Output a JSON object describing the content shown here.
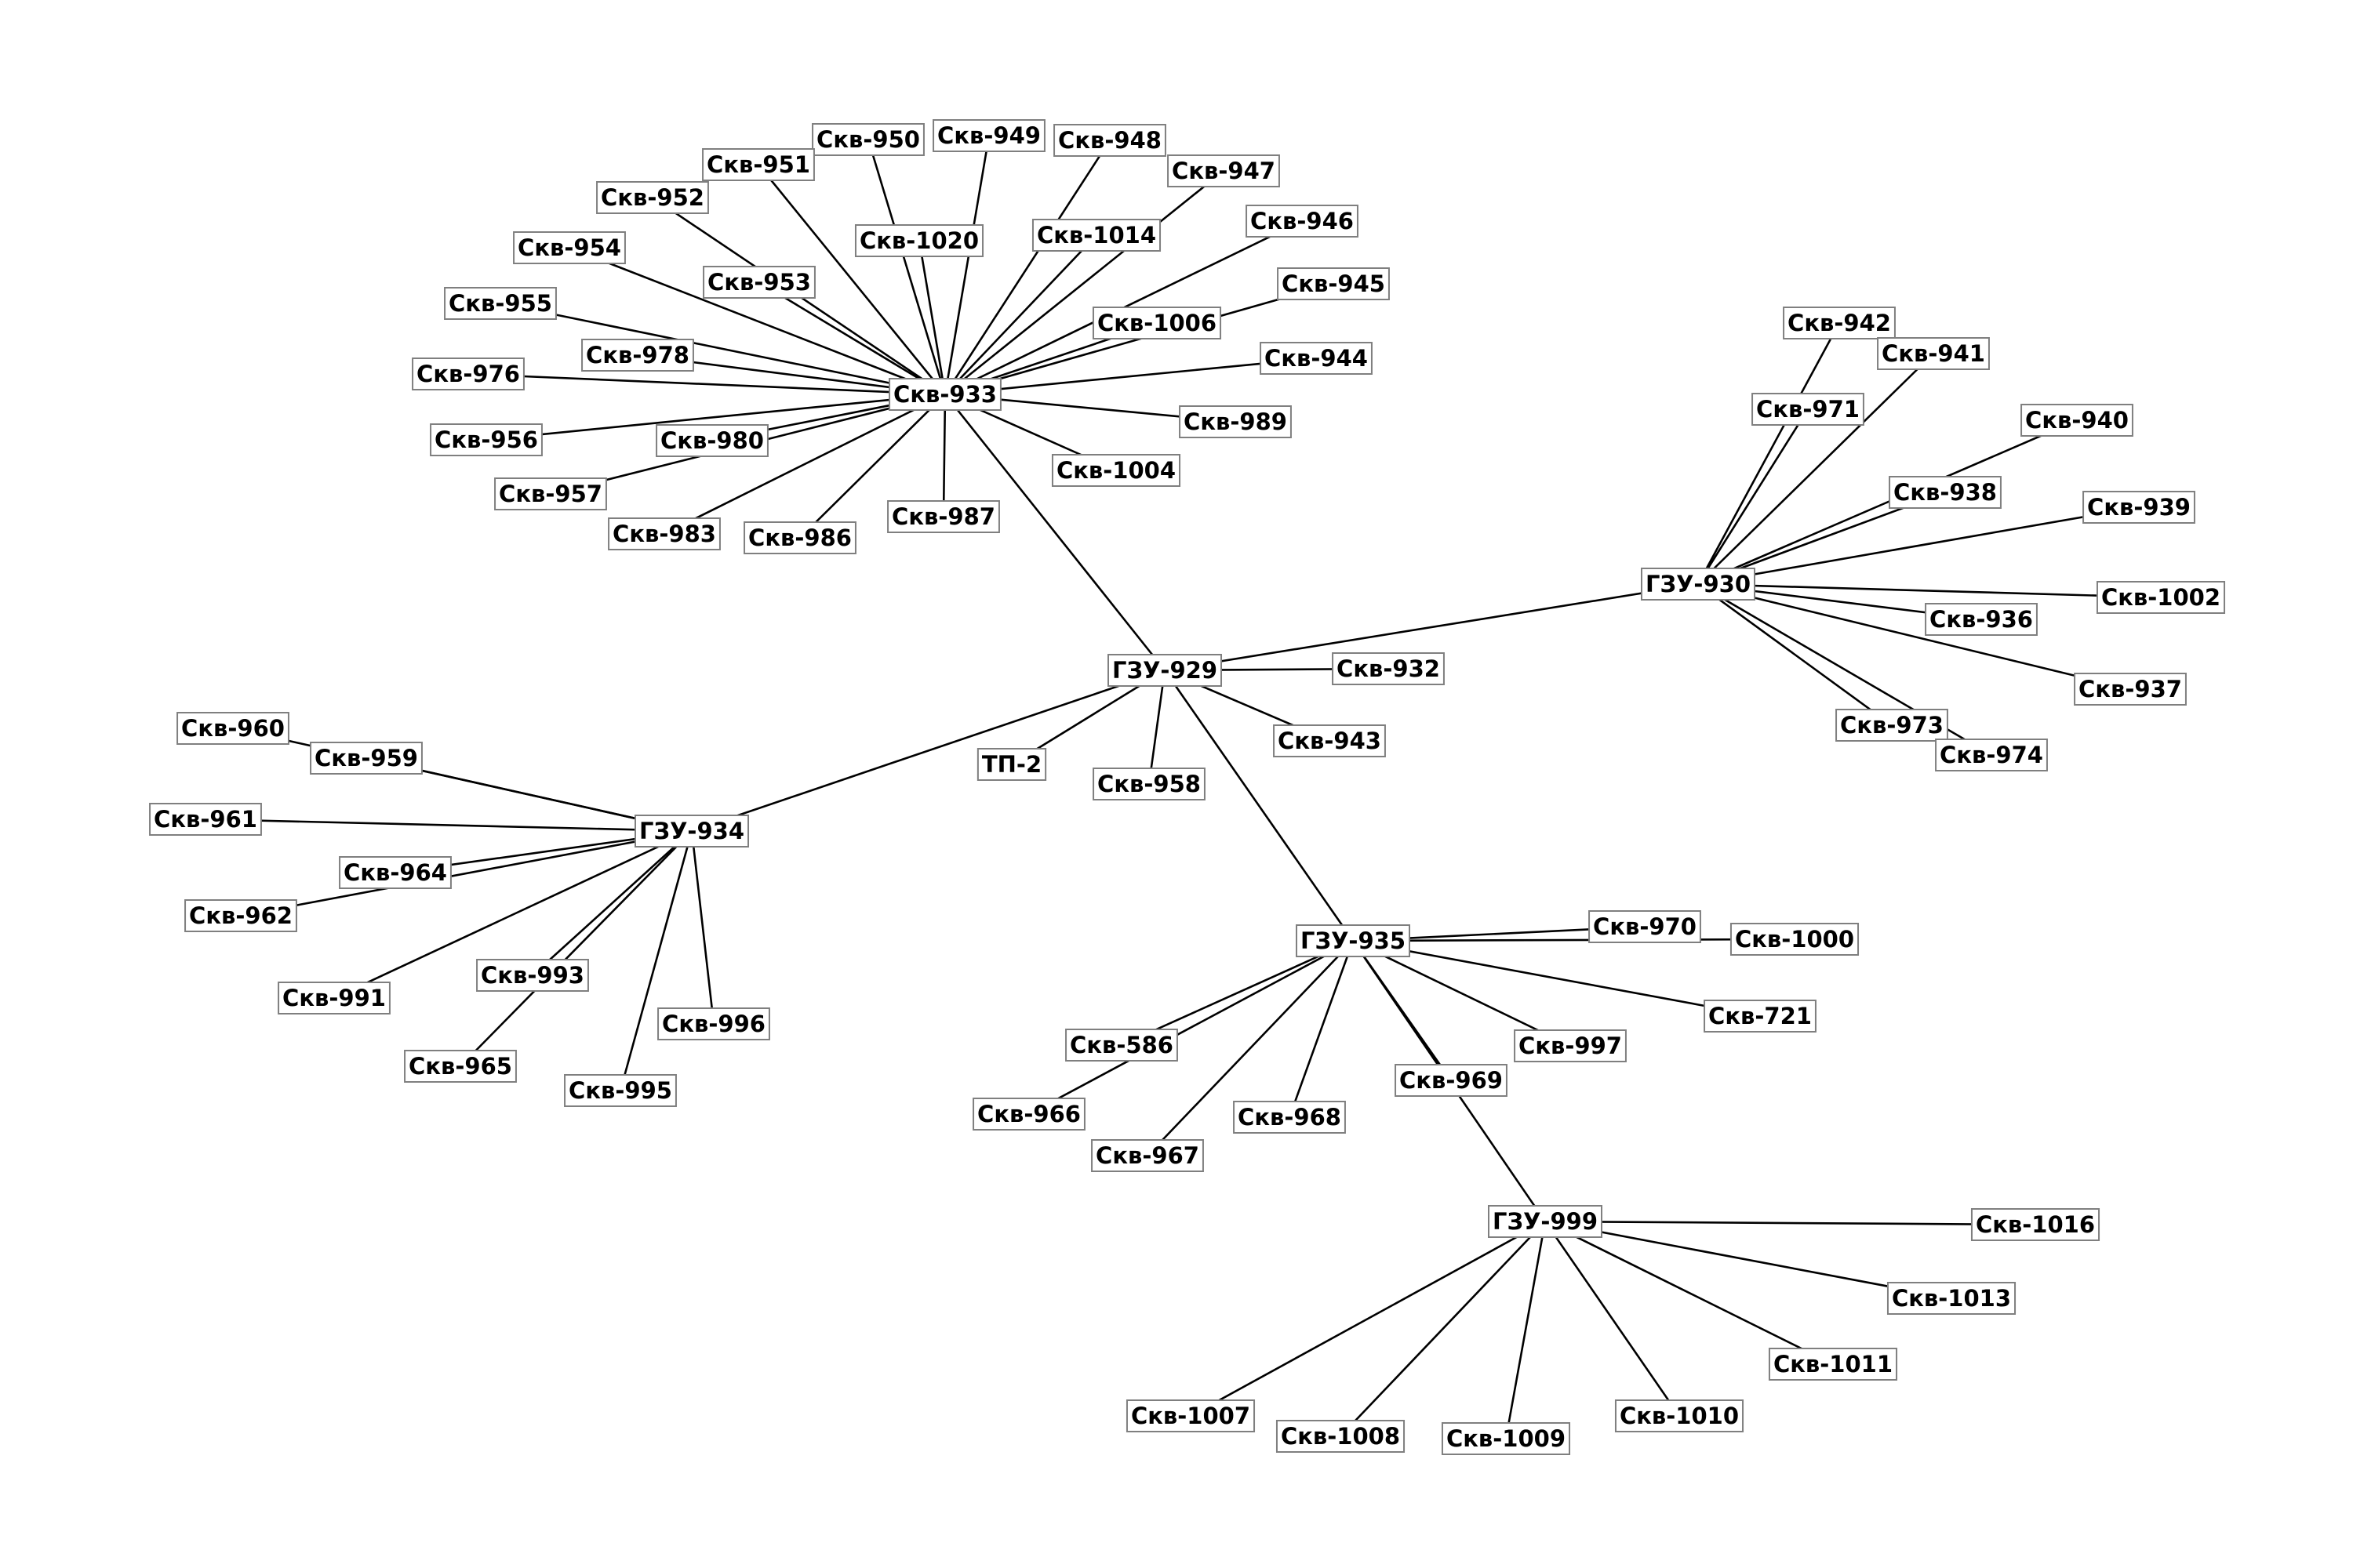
{
  "diagram": {
    "type": "network-graph",
    "colors": {
      "edge": "#000000",
      "node_border": "#7f7f7f",
      "node_fill": "#ffffff",
      "text": "#000000"
    },
    "nodes": [
      {
        "id": "gzu929",
        "label": "ГЗУ-929"
      },
      {
        "id": "tp2",
        "label": "ТП-2"
      },
      {
        "id": "s958",
        "label": "Скв-958"
      },
      {
        "id": "s943",
        "label": "Скв-943"
      },
      {
        "id": "s932",
        "label": "Скв-932"
      },
      {
        "id": "s933",
        "label": "Скв-933"
      },
      {
        "id": "gzu930",
        "label": "ГЗУ-930"
      },
      {
        "id": "gzu934",
        "label": "ГЗУ-934"
      },
      {
        "id": "gzu935",
        "label": "ГЗУ-935"
      },
      {
        "id": "gzu999",
        "label": "ГЗУ-999"
      },
      {
        "id": "s950",
        "label": "Скв-950"
      },
      {
        "id": "s949",
        "label": "Скв-949"
      },
      {
        "id": "s948",
        "label": "Скв-948"
      },
      {
        "id": "s951",
        "label": "Скв-951"
      },
      {
        "id": "s947",
        "label": "Скв-947"
      },
      {
        "id": "s952",
        "label": "Скв-952"
      },
      {
        "id": "s1020",
        "label": "Скв-1020"
      },
      {
        "id": "s1014",
        "label": "Скв-1014"
      },
      {
        "id": "s946",
        "label": "Скв-946"
      },
      {
        "id": "s954",
        "label": "Скв-954"
      },
      {
        "id": "s953",
        "label": "Скв-953"
      },
      {
        "id": "s945",
        "label": "Скв-945"
      },
      {
        "id": "s955",
        "label": "Скв-955"
      },
      {
        "id": "s1006",
        "label": "Скв-1006"
      },
      {
        "id": "s978",
        "label": "Скв-978"
      },
      {
        "id": "s944",
        "label": "Скв-944"
      },
      {
        "id": "s976",
        "label": "Скв-976"
      },
      {
        "id": "s989",
        "label": "Скв-989"
      },
      {
        "id": "s956",
        "label": "Скв-956"
      },
      {
        "id": "s980",
        "label": "Скв-980"
      },
      {
        "id": "s1004",
        "label": "Скв-1004"
      },
      {
        "id": "s957",
        "label": "Скв-957"
      },
      {
        "id": "s987",
        "label": "Скв-987"
      },
      {
        "id": "s983",
        "label": "Скв-983"
      },
      {
        "id": "s986",
        "label": "Скв-986"
      },
      {
        "id": "s942",
        "label": "Скв-942"
      },
      {
        "id": "s941",
        "label": "Скв-941"
      },
      {
        "id": "s971",
        "label": "Скв-971"
      },
      {
        "id": "s940",
        "label": "Скв-940"
      },
      {
        "id": "s938",
        "label": "Скв-938"
      },
      {
        "id": "s939",
        "label": "Скв-939"
      },
      {
        "id": "s1002",
        "label": "Скв-1002"
      },
      {
        "id": "s936",
        "label": "Скв-936"
      },
      {
        "id": "s937",
        "label": "Скв-937"
      },
      {
        "id": "s973",
        "label": "Скв-973"
      },
      {
        "id": "s974",
        "label": "Скв-974"
      },
      {
        "id": "s960",
        "label": "Скв-960"
      },
      {
        "id": "s959",
        "label": "Скв-959"
      },
      {
        "id": "s961",
        "label": "Скв-961"
      },
      {
        "id": "s964",
        "label": "Скв-964"
      },
      {
        "id": "s962",
        "label": "Скв-962"
      },
      {
        "id": "s993",
        "label": "Скв-993"
      },
      {
        "id": "s991",
        "label": "Скв-991"
      },
      {
        "id": "s996",
        "label": "Скв-996"
      },
      {
        "id": "s965",
        "label": "Скв-965"
      },
      {
        "id": "s995",
        "label": "Скв-995"
      },
      {
        "id": "s970",
        "label": "Скв-970"
      },
      {
        "id": "s1000",
        "label": "Скв-1000"
      },
      {
        "id": "s721",
        "label": "Скв-721"
      },
      {
        "id": "s586",
        "label": "Скв-586"
      },
      {
        "id": "s997",
        "label": "Скв-997"
      },
      {
        "id": "s969",
        "label": "Скв-969"
      },
      {
        "id": "s966",
        "label": "Скв-966"
      },
      {
        "id": "s968",
        "label": "Скв-968"
      },
      {
        "id": "s967",
        "label": "Скв-967"
      },
      {
        "id": "s1016",
        "label": "Скв-1016"
      },
      {
        "id": "s1013",
        "label": "Скв-1013"
      },
      {
        "id": "s1011",
        "label": "Скв-1011"
      },
      {
        "id": "s1007",
        "label": "Скв-1007"
      },
      {
        "id": "s1008",
        "label": "Скв-1008"
      },
      {
        "id": "s1009",
        "label": "Скв-1009"
      },
      {
        "id": "s1010",
        "label": "Скв-1010"
      }
    ],
    "edges": [
      [
        "gzu929",
        "s933"
      ],
      [
        "gzu929",
        "gzu930"
      ],
      [
        "gzu929",
        "gzu934"
      ],
      [
        "gzu929",
        "gzu935"
      ],
      [
        "gzu929",
        "tp2"
      ],
      [
        "gzu929",
        "s958"
      ],
      [
        "gzu929",
        "s943"
      ],
      [
        "gzu929",
        "s932"
      ],
      [
        "gzu935",
        "gzu999"
      ],
      [
        "s933",
        "s950"
      ],
      [
        "s933",
        "s949"
      ],
      [
        "s933",
        "s948"
      ],
      [
        "s933",
        "s951"
      ],
      [
        "s933",
        "s947"
      ],
      [
        "s933",
        "s952"
      ],
      [
        "s933",
        "s1020"
      ],
      [
        "s933",
        "s1014"
      ],
      [
        "s933",
        "s946"
      ],
      [
        "s933",
        "s954"
      ],
      [
        "s933",
        "s953"
      ],
      [
        "s933",
        "s945"
      ],
      [
        "s933",
        "s955"
      ],
      [
        "s933",
        "s1006"
      ],
      [
        "s933",
        "s978"
      ],
      [
        "s933",
        "s944"
      ],
      [
        "s933",
        "s976"
      ],
      [
        "s933",
        "s989"
      ],
      [
        "s933",
        "s956"
      ],
      [
        "s933",
        "s980"
      ],
      [
        "s933",
        "s1004"
      ],
      [
        "s933",
        "s957"
      ],
      [
        "s933",
        "s987"
      ],
      [
        "s933",
        "s983"
      ],
      [
        "s933",
        "s986"
      ],
      [
        "gzu930",
        "s942"
      ],
      [
        "gzu930",
        "s941"
      ],
      [
        "gzu930",
        "s971"
      ],
      [
        "gzu930",
        "s940"
      ],
      [
        "gzu930",
        "s938"
      ],
      [
        "gzu930",
        "s939"
      ],
      [
        "gzu930",
        "s1002"
      ],
      [
        "gzu930",
        "s936"
      ],
      [
        "gzu930",
        "s937"
      ],
      [
        "gzu930",
        "s973"
      ],
      [
        "gzu930",
        "s974"
      ],
      [
        "gzu934",
        "s960"
      ],
      [
        "gzu934",
        "s959"
      ],
      [
        "gzu934",
        "s961"
      ],
      [
        "gzu934",
        "s964"
      ],
      [
        "gzu934",
        "s962"
      ],
      [
        "gzu934",
        "s993"
      ],
      [
        "gzu934",
        "s991"
      ],
      [
        "gzu934",
        "s996"
      ],
      [
        "gzu934",
        "s965"
      ],
      [
        "gzu934",
        "s995"
      ],
      [
        "gzu935",
        "s970"
      ],
      [
        "gzu935",
        "s1000"
      ],
      [
        "gzu935",
        "s721"
      ],
      [
        "gzu935",
        "s586"
      ],
      [
        "gzu935",
        "s997"
      ],
      [
        "gzu935",
        "s969"
      ],
      [
        "gzu935",
        "s966"
      ],
      [
        "gzu935",
        "s968"
      ],
      [
        "gzu935",
        "s967"
      ],
      [
        "gzu999",
        "s1016"
      ],
      [
        "gzu999",
        "s1013"
      ],
      [
        "gzu999",
        "s1011"
      ],
      [
        "gzu999",
        "s1007"
      ],
      [
        "gzu999",
        "s1008"
      ],
      [
        "gzu999",
        "s1009"
      ],
      [
        "gzu999",
        "s1010"
      ]
    ]
  }
}
